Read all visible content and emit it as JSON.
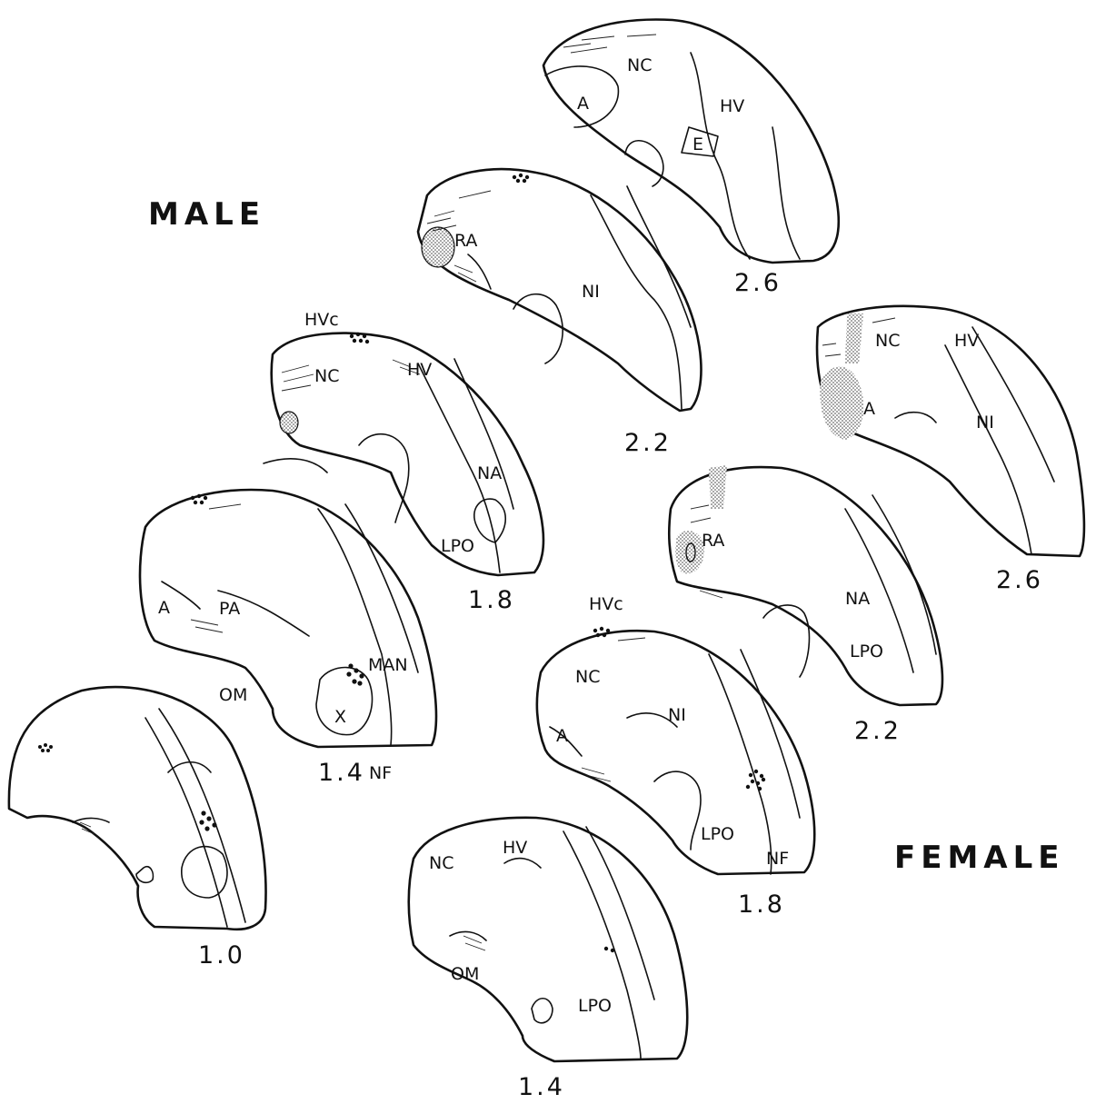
{
  "headings": {
    "male": "MALE",
    "female": "FEMALE"
  },
  "levels": {
    "m26": "2.6",
    "m22": "2.2",
    "m18": "1.8",
    "m14": "1.4",
    "m10": "1.0",
    "f26": "2.6",
    "f22": "2.2",
    "f18": "1.8",
    "f14": "1.4"
  },
  "labels": {
    "m26": {
      "nc": "NC",
      "a": "A",
      "hv": "HV",
      "e": "E"
    },
    "m22": {
      "ra": "RA",
      "ni": "NI"
    },
    "m18": {
      "hvc": "HVc",
      "nc": "NC",
      "hv": "HV",
      "na": "NA",
      "lpo": "LPO"
    },
    "m14": {
      "a": "A",
      "pa": "PA",
      "man": "MAN",
      "om": "OM",
      "x": "X",
      "nf": "NF"
    },
    "f26": {
      "nc": "NC",
      "hv": "HV",
      "a": "A",
      "ni": "NI"
    },
    "f22": {
      "ra": "RA",
      "na": "NA",
      "lpo": "LPO"
    },
    "f18": {
      "hvc": "HVc",
      "nc": "NC",
      "ni": "NI",
      "a": "A",
      "lpo": "LPO",
      "nf": "NF"
    },
    "f14": {
      "nc": "NC",
      "hv": "HV",
      "om": "OM",
      "lpo": "LPO"
    }
  }
}
